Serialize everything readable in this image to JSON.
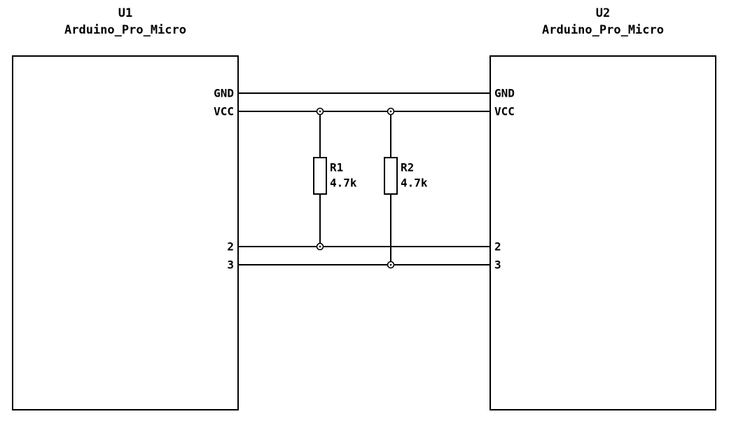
{
  "diagram": {
    "type": "schematic",
    "components": [
      {
        "ref": "U1",
        "value": "Arduino_Pro_Micro",
        "pins": [
          {
            "name": "GND"
          },
          {
            "name": "VCC"
          },
          {
            "name": "2"
          },
          {
            "name": "3"
          }
        ]
      },
      {
        "ref": "U2",
        "value": "Arduino_Pro_Micro",
        "pins": [
          {
            "name": "GND"
          },
          {
            "name": "VCC"
          },
          {
            "name": "2"
          },
          {
            "name": "3"
          }
        ]
      }
    ],
    "resistors": [
      {
        "ref": "R1",
        "value": "4.7k"
      },
      {
        "ref": "R2",
        "value": "4.7k"
      }
    ],
    "nets": [
      "GND",
      "VCC",
      "2",
      "3"
    ],
    "colors": {
      "wire": "#000000",
      "background": "#ffffff"
    }
  }
}
